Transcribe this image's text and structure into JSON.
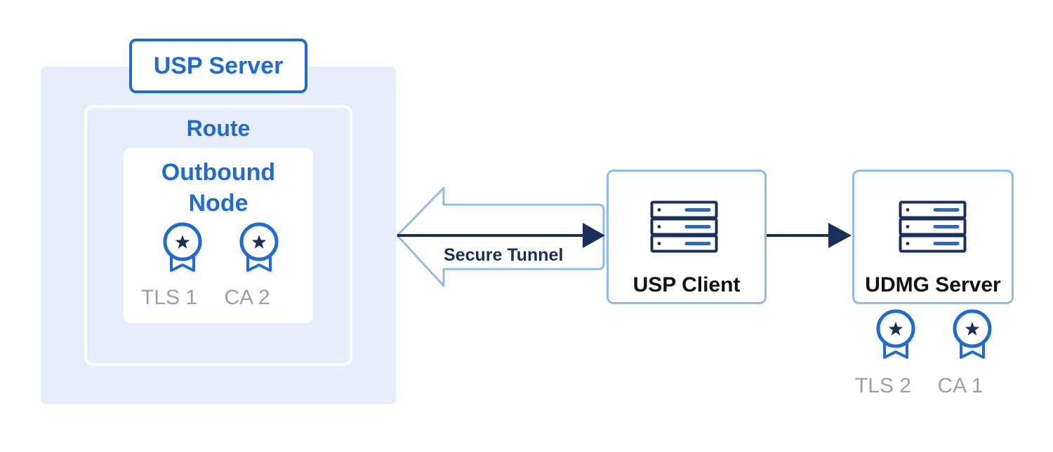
{
  "usp_server": {
    "title": "USP Server",
    "route": {
      "label": "Route",
      "outbound_node": {
        "label_line1": "Outbound",
        "label_line2": "Node",
        "certificates": [
          "TLS 1",
          "CA 2"
        ]
      }
    }
  },
  "tunnel": {
    "label": "Secure Tunnel"
  },
  "usp_client": {
    "label": "USP Client",
    "icon": "server-rack-icon"
  },
  "udmg_server": {
    "label": "UDMG Server",
    "icon": "server-rack-icon",
    "certificates": [
      "TLS 2",
      "CA 1"
    ]
  },
  "colors": {
    "brand_blue": "#1f6bd6",
    "light_blue_border": "#8fbcf0",
    "panel_background": "#e8eef9",
    "navy": "#1b2f5b",
    "muted_gray": "#9aa0a6"
  }
}
